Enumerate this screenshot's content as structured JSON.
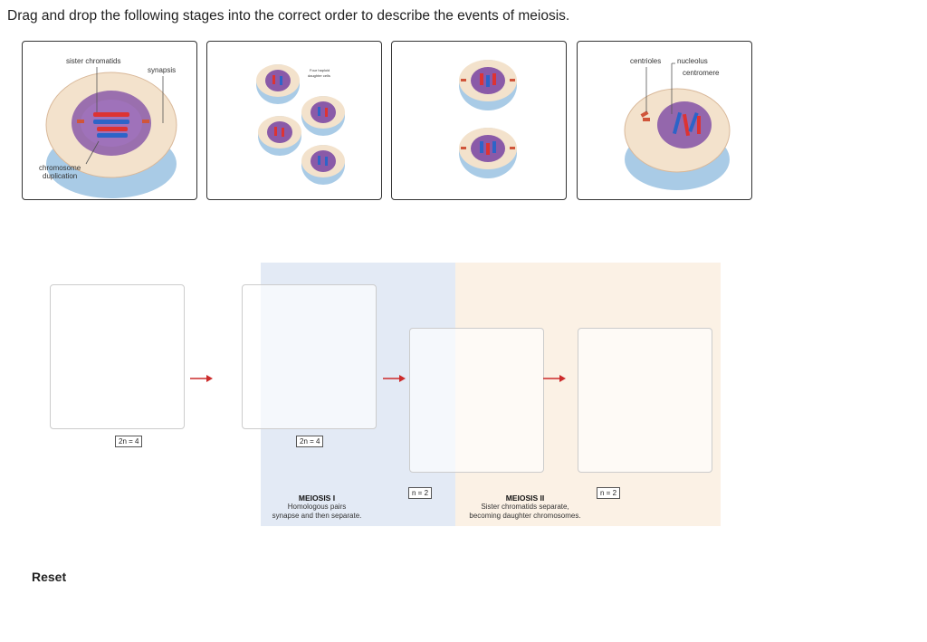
{
  "instruction": "Drag and drop the following stages into the correct order to describe the events of meiosis.",
  "cards": [
    {
      "labels": {
        "sister_chromatids": "sister chromatids",
        "synapsis": "synapsis",
        "chromosome_duplication_1": "chromosome",
        "chromosome_duplication_2": "duplication"
      }
    },
    {
      "labels": {
        "four_haploid_1": "Four haploid",
        "four_haploid_2": "daughter cells"
      }
    },
    {
      "labels": {}
    },
    {
      "labels": {
        "centrioles": "centrioles",
        "nucleolus": "nucleolus",
        "centromere": "centromere"
      }
    }
  ],
  "diagram": {
    "badges": [
      "2n = 4",
      "2n = 4",
      "n = 2",
      "n = 2"
    ],
    "meiosis1": {
      "title": "MEIOSIS I",
      "line1": "Homologous pairs",
      "line2": "synapse and then separate."
    },
    "meiosis2": {
      "title": "MEIOSIS II",
      "line1": "Sister chromatids separate,",
      "line2": "becoming daughter chromosomes."
    }
  },
  "reset_label": "Reset",
  "colors": {
    "arrow": "#cc2b2b",
    "meiosis1_bg": "#e3eaf5",
    "meiosis2_bg": "#fbf1e5",
    "nucleus": "#8a5aa8"
  }
}
